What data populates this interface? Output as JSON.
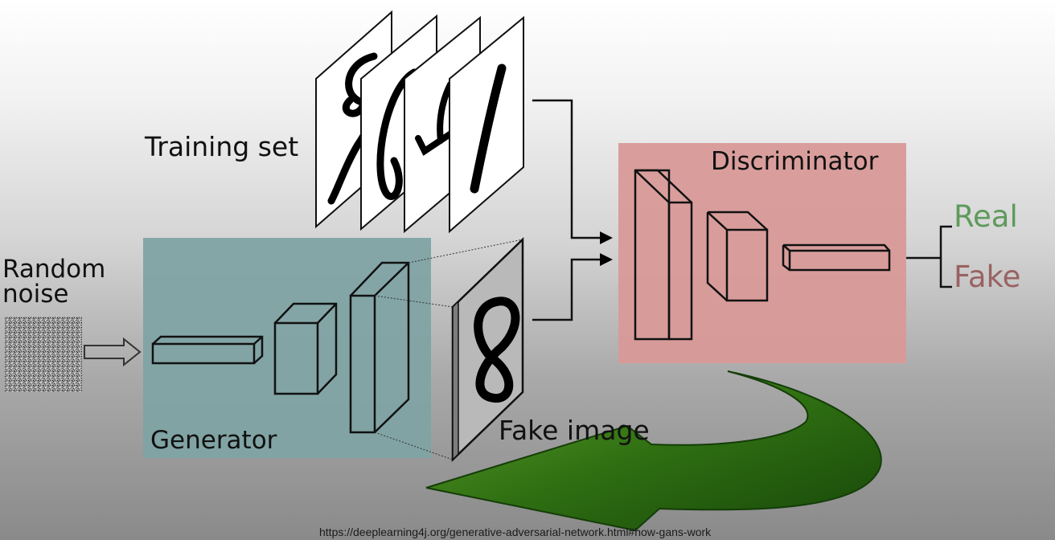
{
  "labels": {
    "training_set": "Training set",
    "random_noise_line1": "Random",
    "random_noise_line2": "noise",
    "generator": "Generator",
    "discriminator": "Discriminator",
    "fake_image": "Fake image",
    "real": "Real",
    "fake": "Fake"
  },
  "source_url": "https://deeplearning4j.org/generative-adversarial-network.html#how-gans-work",
  "colors": {
    "generator_box": "#7fa3a4",
    "discriminator_box": "#d89a98",
    "real_text": "#5e9a5c",
    "fake_text": "#9a6262",
    "feedback_arrow": "#2f6f12"
  }
}
